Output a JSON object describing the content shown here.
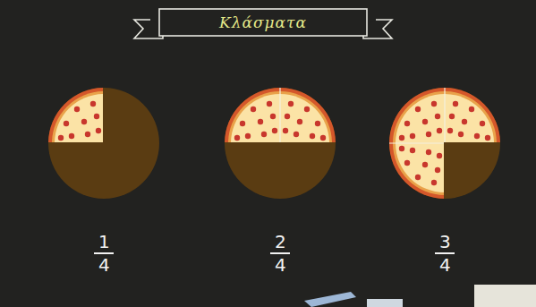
{
  "diagram": {
    "title": "Κλάσματα",
    "labels": [
      "1",
      "4",
      "2",
      "4",
      "3",
      "4"
    ]
  }
}
